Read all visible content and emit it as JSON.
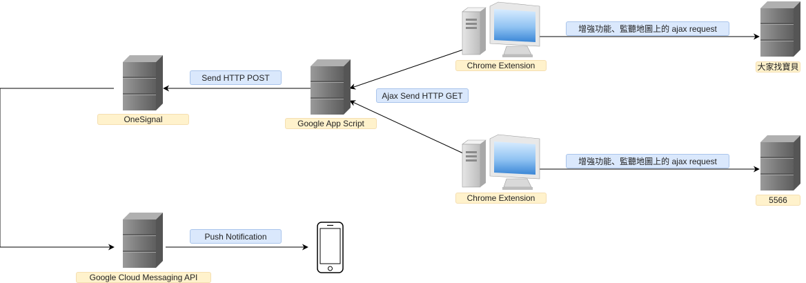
{
  "nodes": {
    "onesignal": "OneSignal",
    "google_app_script": "Google App Script",
    "gcm_api": "Google Cloud Messaging API",
    "chrome_ext_top": "Chrome Extension",
    "chrome_ext_bottom": "Chrome Extension",
    "site_top": "大家找寶貝",
    "site_bottom": "5566"
  },
  "edges": {
    "send_http_post": "Send HTTP POST",
    "ajax_send_http_get": "Ajax Send HTTP GET",
    "push_notification": "Push Notification",
    "enhance_top": "增強功能、監聽地圖上的 ajax request",
    "enhance_bottom": "增強功能、監聽地圖上的 ajax request"
  },
  "colors": {
    "node_label_fill": "#fff2cc",
    "edge_label_fill": "#dae8fc",
    "server": "#7a7a7a",
    "monitor_screen": "#5aa0e6"
  },
  "icons": {
    "server": "server-icon",
    "computer": "desktop-computer-icon",
    "phone": "smartphone-icon"
  }
}
